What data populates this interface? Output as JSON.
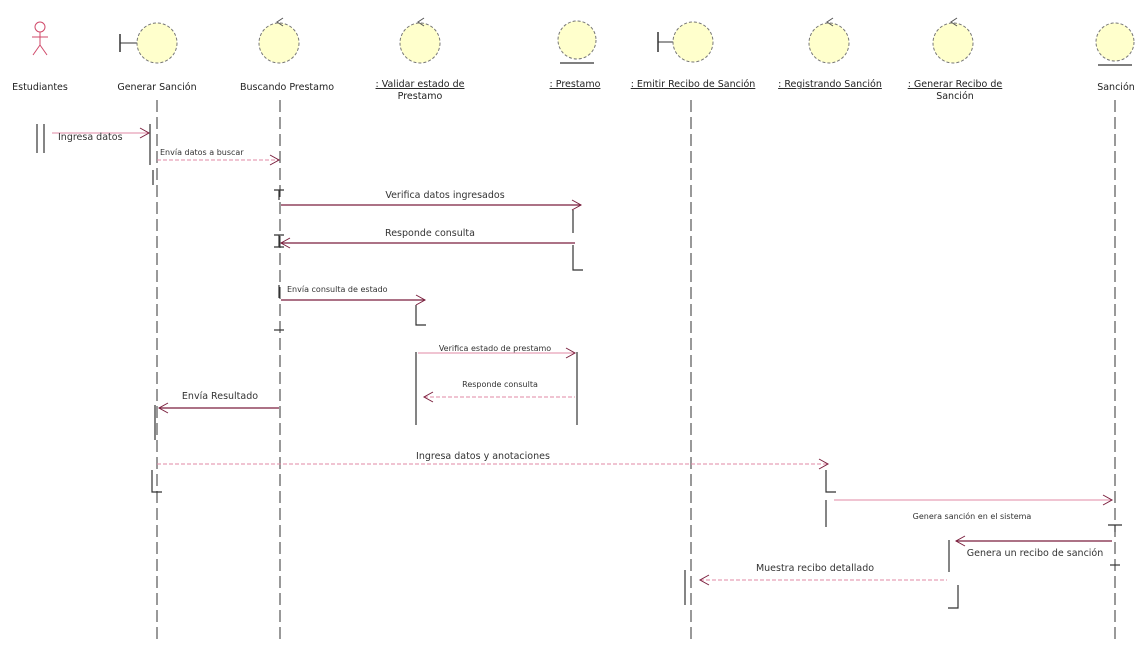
{
  "diagram": {
    "colors": {
      "message_line": "#7a1f3d",
      "reply_line": "#e08aa6",
      "lifeline": "#333333",
      "circle_fill": "#ffffcc",
      "circle_stroke": "#777777"
    },
    "participants": [
      {
        "id": "actor",
        "type": "actor",
        "label": "Estudiantes",
        "icon": "actor-icon"
      },
      {
        "id": "gs",
        "type": "boundary",
        "label": "Generar Sanción",
        "icon": "boundary-icon"
      },
      {
        "id": "bp",
        "type": "control",
        "label": "Buscando Prestamo",
        "icon": "control-icon"
      },
      {
        "id": "ve",
        "type": "control",
        "label": "Validar estado de Prestamo",
        "label_lines": [
          ": Validar estado de",
          "Prestamo"
        ],
        "underlined": true,
        "icon": "control-icon"
      },
      {
        "id": "pr",
        "type": "entity",
        "label": ": Prestamo",
        "underlined": true,
        "icon": "entity-icon"
      },
      {
        "id": "er",
        "type": "boundary",
        "label": ": Emitir Recibo de Sanción",
        "underlined": true,
        "icon": "boundary-icon"
      },
      {
        "id": "rs",
        "type": "control",
        "label": ": Registrando Sanción",
        "underlined": true,
        "icon": "control-icon"
      },
      {
        "id": "gr",
        "type": "control",
        "label": "Generar Recibo de Sanción",
        "label_lines": [
          ": Generar Recibo de",
          "Sanción"
        ],
        "underlined": true,
        "icon": "control-icon"
      },
      {
        "id": "sa",
        "type": "entity",
        "label": "Sanción",
        "icon": "entity-icon"
      }
    ],
    "messages": [
      {
        "from": "actor",
        "to": "gs",
        "label": "Ingresa datos",
        "kind": "call"
      },
      {
        "from": "gs",
        "to": "bp",
        "label": "Envía datos a buscar",
        "kind": "return"
      },
      {
        "from": "bp",
        "to": "pr",
        "label": "Verifica datos ingresados",
        "kind": "call"
      },
      {
        "from": "pr",
        "to": "bp",
        "label": "Responde consulta",
        "kind": "call"
      },
      {
        "from": "bp",
        "to": "ve",
        "label": "Envía consulta de estado",
        "kind": "call"
      },
      {
        "from": "ve",
        "to": "pr",
        "label": "Verifica estado de prestamo",
        "kind": "call"
      },
      {
        "from": "pr",
        "to": "ve",
        "label": "Responde consulta",
        "kind": "return"
      },
      {
        "from": "bp",
        "to": "gs",
        "label": "Envía Resultado",
        "kind": "call"
      },
      {
        "from": "gs",
        "to": "rs",
        "label": "Ingresa datos y anotaciones",
        "kind": "return"
      },
      {
        "from": "rs",
        "to": "sa",
        "label": "Genera sanción en el sistema",
        "kind": "return"
      },
      {
        "from": "sa",
        "to": "gr",
        "label": "Genera un recibo de sanción",
        "kind": "call"
      },
      {
        "from": "gr",
        "to": "er",
        "label": "Muestra recibo detallado",
        "kind": "return"
      }
    ]
  }
}
